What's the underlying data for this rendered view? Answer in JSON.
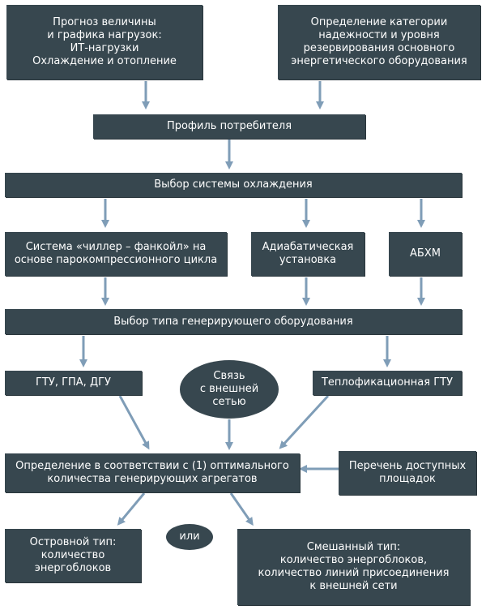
{
  "colors": {
    "box": "#37474f",
    "arrow": "#7f9db7",
    "text": "#ffffff"
  },
  "nodes": {
    "load_forecast": "Прогноз величины\nи графика нагрузок:\nИТ-нагрузки\nОхлаждение и отопление",
    "reliability": "Определение категории\nнадежности и уровня\nрезервирования основного\nэнергетического оборудования",
    "consumer_profile": "Профиль потребителя",
    "cooling_choice": "Выбор системы охлаждения",
    "chiller": "Система «чиллер – фанкойл» на\nоснове парокомпрессионного цикла",
    "adiabatic": "Адиабатическая\nустановка",
    "abhm": "АБХМ",
    "generation_choice": "Выбор типа генерирующего оборудования",
    "gtu": "ГТУ, ГПА, ДГУ",
    "grid_link": "Связь\nс внешней\nсетью",
    "chp_gtu": "Теплофикационная ГТУ",
    "optimal_count": "Определение в соответствии с (1) оптимального\nколичества генерирующих агрегатов",
    "sites": "Перечень доступных\nплощадок",
    "island": "Островной тип:\nколичество\nэнергоблоков",
    "or": "или",
    "mixed": "Смешанный тип:\nколичество энергоблоков,\nколичество линий присоединения\nк внешней сети"
  }
}
